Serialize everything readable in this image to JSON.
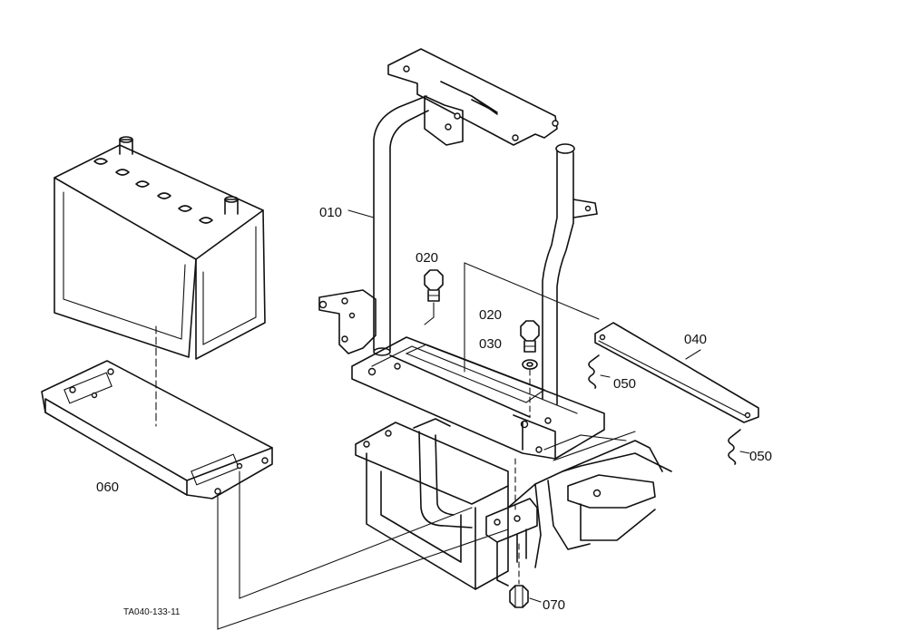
{
  "parts": {
    "p010": "010",
    "p020a": "020",
    "p020b": "020",
    "p030": "030",
    "p040": "040",
    "p050a": "050",
    "p050b": "050",
    "p060": "060",
    "p070": "070"
  },
  "figure_ref": "TA040-133-11"
}
